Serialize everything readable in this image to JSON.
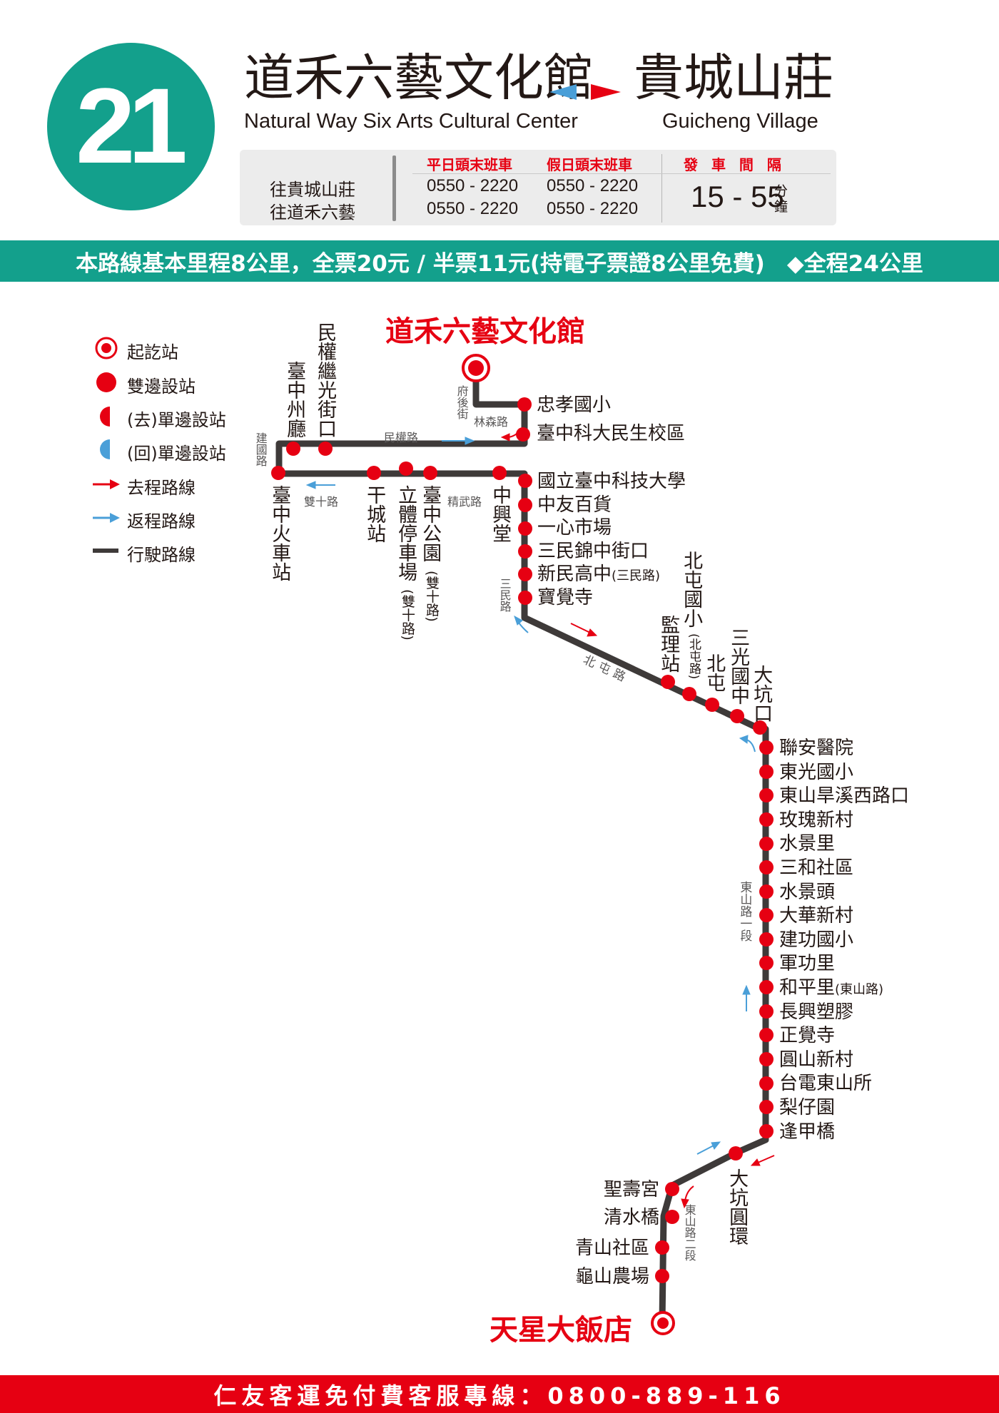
{
  "route": {
    "number": "21",
    "origin_zh": "道禾六藝文化館",
    "origin_en": "Natural Way Six Arts Cultural Center",
    "dest_zh": "貴城山莊",
    "dest_en": "Guicheng Village"
  },
  "schedule": {
    "weekday_header": "平日頭末班車",
    "holiday_header": "假日頭末班車",
    "interval_header": "發 車 間 隔",
    "rows": [
      {
        "direction": "往貴城山莊",
        "weekday": "0550 - 2220",
        "holiday": "0550 - 2220"
      },
      {
        "direction": "往道禾六藝",
        "weekday": "0550 - 2220",
        "holiday": "0550 - 2220"
      }
    ],
    "interval_value": "15 - 55",
    "interval_unit": "分鐘"
  },
  "fare_text": "本路線基本里程8公里，全票20元 / 半票11元(持電子票證8公里免費)　◆全程24公里",
  "footer_text": "仁友客運免付費客服專線：0800-889-116",
  "legend": {
    "terminal": "起訖站",
    "both_sides": "雙邊設站",
    "outbound_one_side": "(去)單邊設站",
    "return_one_side": "(回)單邊設站",
    "outbound_route": "去程路線",
    "return_route": "返程路線",
    "driving_route": "行駛路線"
  },
  "colors": {
    "brand_teal": "#13a08c",
    "stop_red": "#e60012",
    "route_line": "#3e3a39",
    "return_blue": "#4a9fd8"
  },
  "map": {
    "terminus_top": "道禾六藝文化館",
    "terminus_bottom": "天星大飯店",
    "roads": {
      "fuhou": "府後街",
      "linsen": "林森路",
      "minquan": "民權路",
      "jianguo": "建國路",
      "shuangshi": "雙十路",
      "jingwu": "精武路",
      "sanmin": "三民路",
      "beitun": "北屯路",
      "dongshan1": "東山路一段",
      "dongshan2": "東山路二段"
    },
    "stops_vertical": {
      "minquan_jiguang": "民權繼光街口",
      "taizhong_zhouting": "臺中州廳",
      "taichung_station": "臺中火車站",
      "gancheng": "干城站",
      "parking": "立體停車場",
      "parking_note": "(雙十路)",
      "park": "臺中公園",
      "park_note": "(雙十路)",
      "zhongxingtang": "中興堂",
      "jianlizhan": "監理站",
      "beitun_elem": "北屯國小",
      "beitun_elem_note": "(北屯路)",
      "beitun": "北屯",
      "sanguang": "三光國中",
      "dakengkou": "大坑口",
      "dakeng_roundabout": "大坑圓環"
    },
    "stops_upper": {
      "zhongxiao": "忠孝國小",
      "minsheng": "臺中科大民生校區"
    },
    "stops_sanmin": [
      {
        "name": "國立臺中科技大學",
        "note": ""
      },
      {
        "name": "中友百貨",
        "note": ""
      },
      {
        "name": "一心市場",
        "note": ""
      },
      {
        "name": "三民錦中街口",
        "note": ""
      },
      {
        "name": "新民高中",
        "note": "(三民路)"
      },
      {
        "name": "寶覺寺",
        "note": ""
      }
    ],
    "stops_dongshan": [
      {
        "name": "聯安醫院",
        "note": ""
      },
      {
        "name": "東光國小",
        "note": ""
      },
      {
        "name": "東山旱溪西路口",
        "note": ""
      },
      {
        "name": "玫瑰新村",
        "note": ""
      },
      {
        "name": "水景里",
        "note": ""
      },
      {
        "name": "三和社區",
        "note": ""
      },
      {
        "name": "水景頭",
        "note": ""
      },
      {
        "name": "大華新村",
        "note": ""
      },
      {
        "name": "建功國小",
        "note": ""
      },
      {
        "name": "軍功里",
        "note": ""
      },
      {
        "name": "和平里",
        "note": "(東山路)"
      },
      {
        "name": "長興塑膠",
        "note": ""
      },
      {
        "name": "正覺寺",
        "note": ""
      },
      {
        "name": "圓山新村",
        "note": ""
      },
      {
        "name": "台電東山所",
        "note": ""
      },
      {
        "name": "梨仔園",
        "note": ""
      },
      {
        "name": "逢甲橋",
        "note": ""
      }
    ],
    "stops_lower": [
      {
        "name": "聖壽宮",
        "note": ""
      },
      {
        "name": "清水橋",
        "note": ""
      },
      {
        "name": "青山社區",
        "note": ""
      },
      {
        "name": "龜山農場",
        "note": ""
      }
    ]
  }
}
